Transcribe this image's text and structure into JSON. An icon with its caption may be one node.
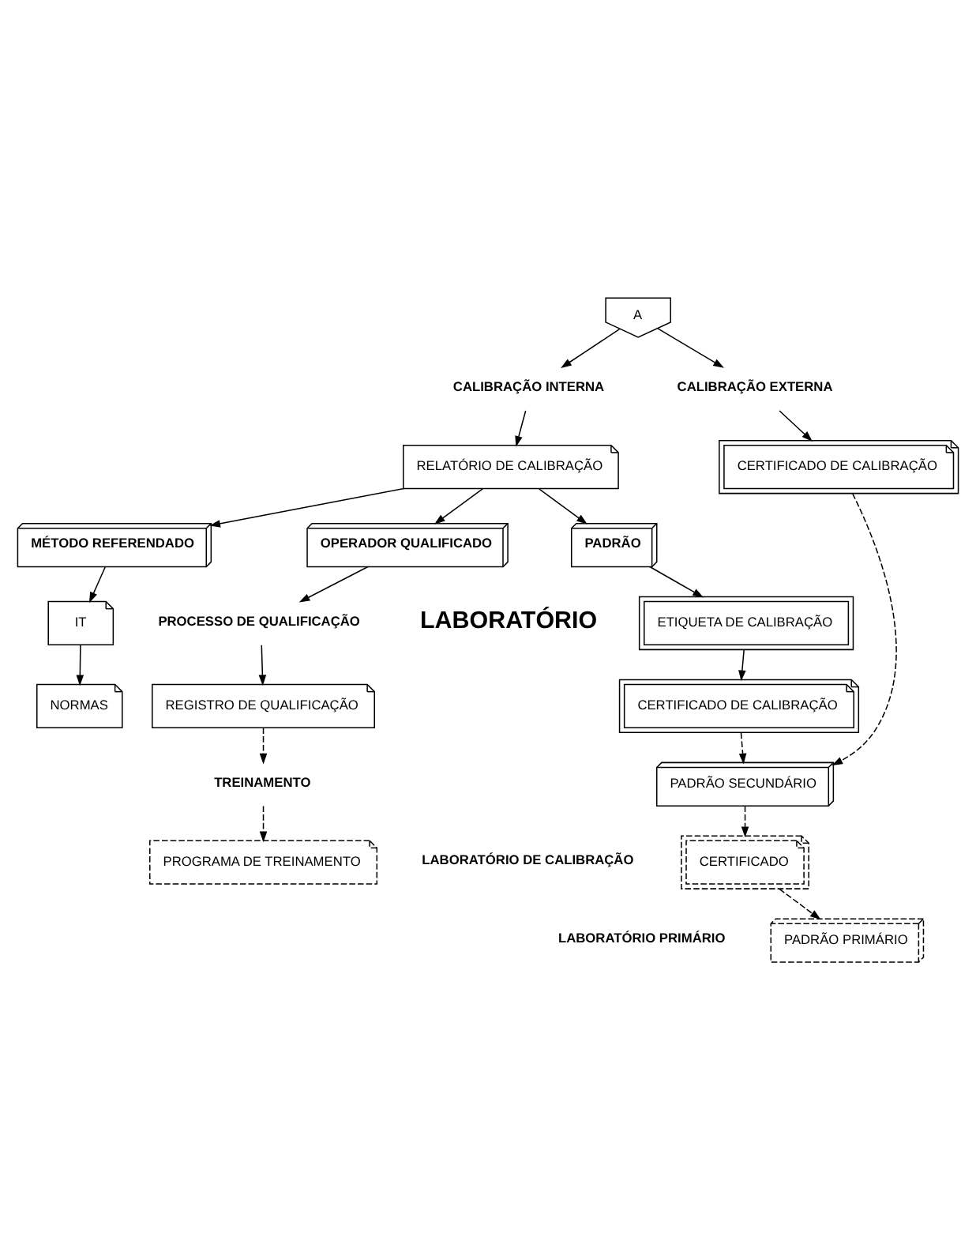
{
  "diagram": {
    "nodes": [
      {
        "text": [
          "A"
        ]
      },
      {
        "text": [
          "CALIBRAÇÃO EXTERNA"
        ]
      },
      {
        "text": [
          "CALIBRAÇÃO INTERNA"
        ]
      },
      {
        "text": [
          "CERTIFICADO DE CALIBRAÇÃO"
        ]
      },
      {
        "text": [
          "RELATÓRIO DE CALIBRAÇÃO"
        ]
      },
      {
        "text": [
          "PADRÃO"
        ]
      },
      {
        "text": [
          "MÉTODO REFERENDADO"
        ]
      },
      {
        "text": [
          "OPERADOR QUALIFICADO"
        ]
      },
      {
        "text": [
          "ETIQUETA DE CALIBRAÇÃO"
        ]
      },
      {
        "text": [
          "IT"
        ]
      },
      {
        "text": [
          "PROCESSO DE QUALIFICAÇÃO"
        ]
      },
      {
        "text": [
          "CERTIFICADO DE CALIBRAÇÃO"
        ]
      },
      {
        "text": [
          "NORMAS"
        ]
      },
      {
        "text": [
          "REGISTRO DE QUALIFICAÇÃO"
        ]
      },
      {
        "text": [
          "TREINAMENTO"
        ]
      },
      {
        "text": [
          "PROGRAMA DE TREINAMENTO"
        ]
      },
      {
        "text": [
          "PADRÃO SECUNDÁRIO"
        ]
      },
      {
        "text": [
          "CERTIFICADO"
        ]
      },
      {
        "text": [
          "PADRÃO PRIMÁRIO"
        ]
      }
    ],
    "edges": [
      {
        "from": 0,
        "to": 1,
        "arrow": "to"
      },
      {
        "from": 0,
        "to": 2,
        "arrow": "to"
      },
      {
        "from": 1,
        "to": 3,
        "arrow": "to"
      },
      {
        "from": 2,
        "to": 4,
        "arrow": "to"
      },
      {
        "from": 4,
        "to": 5,
        "arrow": "to"
      },
      {
        "from": 4,
        "to": 6,
        "arrow": "to"
      },
      {
        "from": 4,
        "to": 7,
        "arrow": "to"
      },
      {
        "from": 5,
        "to": 8,
        "arrow": "to"
      },
      {
        "from": 8,
        "to": 11,
        "arrow": "to"
      },
      {
        "from": 6,
        "to": 9,
        "arrow": "to"
      },
      {
        "from": 9,
        "to": 12,
        "arrow": "to"
      },
      {
        "from": 7,
        "to": 10,
        "arrow": "to"
      },
      {
        "from": 10,
        "to": 13,
        "arrow": "to"
      },
      {
        "from": 13,
        "to": 14,
        "arrow": "to",
        "style": "dashed"
      },
      {
        "from": 14,
        "to": 15,
        "arrow": "to",
        "style": "dashed"
      },
      {
        "from": 3,
        "to": 16,
        "arrow": "to",
        "style": "dashed"
      },
      {
        "from": 11,
        "to": 16,
        "arrow": "to",
        "style": "dashed"
      },
      {
        "from": 16,
        "to": 17,
        "arrow": "to",
        "style": "dashed"
      },
      {
        "from": 17,
        "to": 18,
        "arrow": "to",
        "style": "dashed"
      }
    ],
    "labels": [
      "LABORATÓRIO",
      "LABORATÓRIO DE CALIBRAÇÃO",
      "LABORATÓRIO PRIMÁRIO"
    ]
  }
}
